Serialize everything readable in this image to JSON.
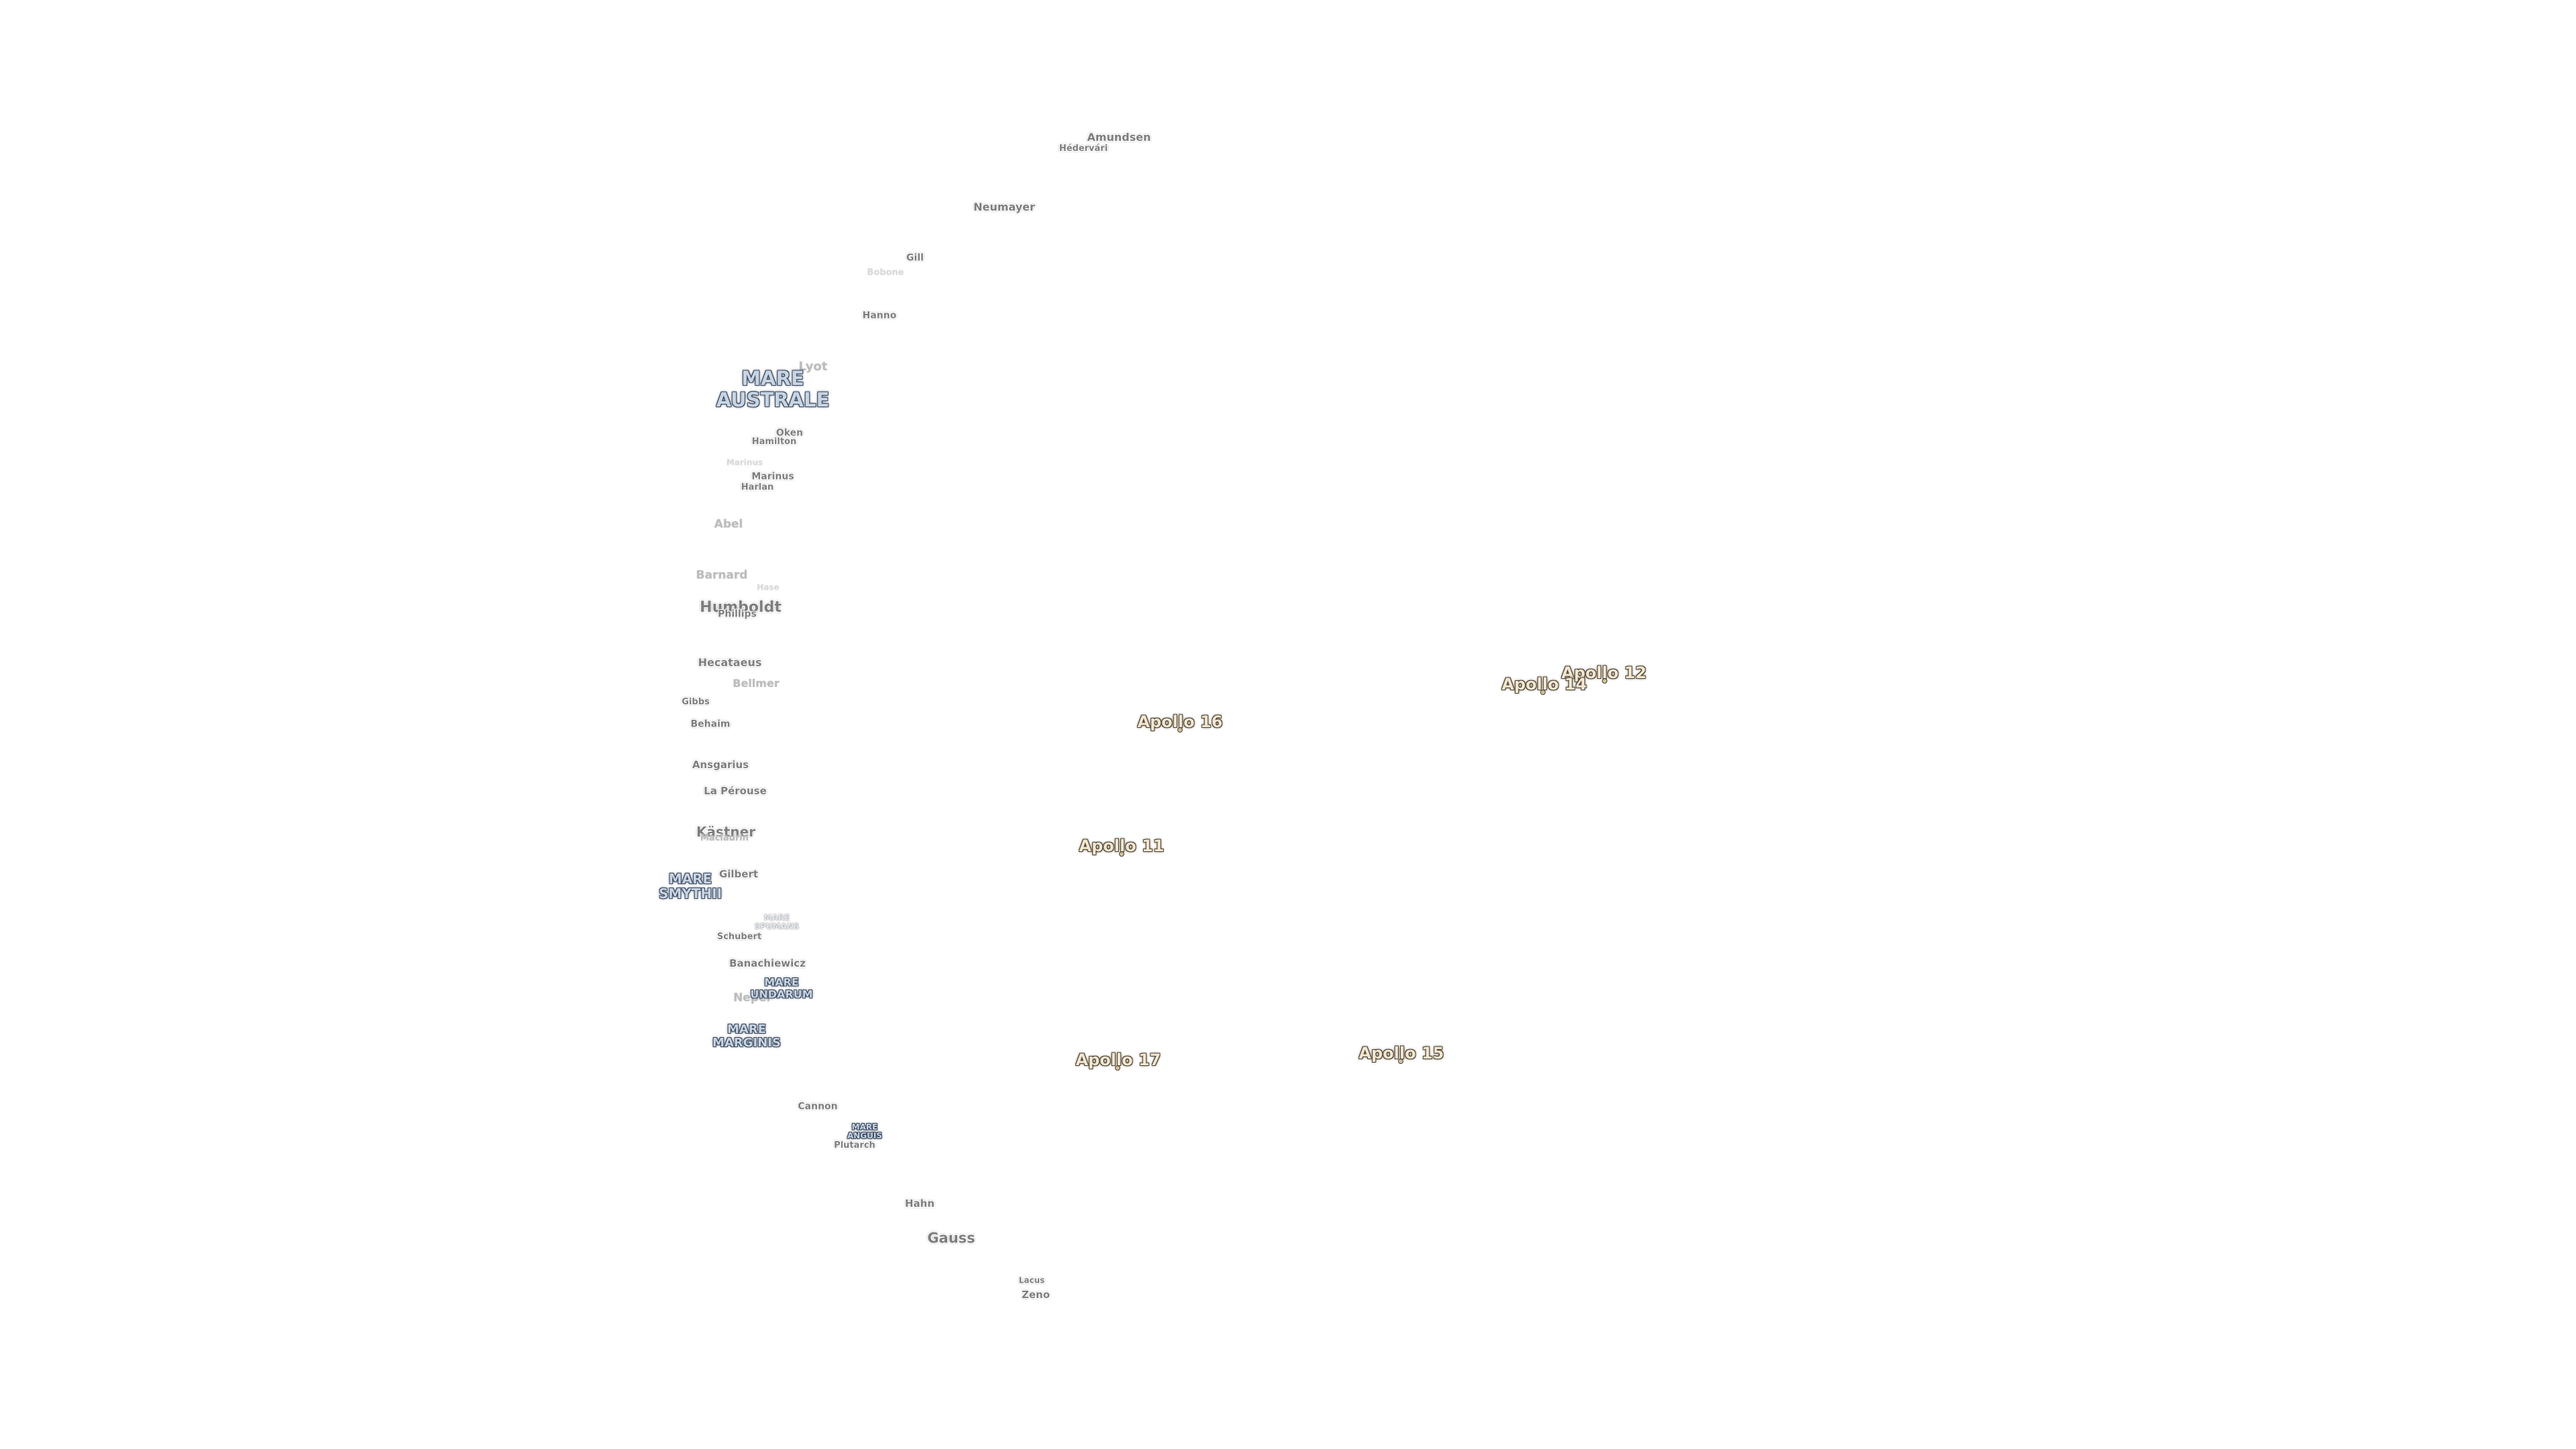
{
  "map": {
    "background": "#ffffff",
    "crater_color": "#7d7d7d",
    "mare_color": "#c7d4e4",
    "apollo_color": "#f2e6cf",
    "craters": {
      "amundsen": "Amundsen",
      "scott": "Hédervári",
      "neumayer": "Neumayer",
      "gill": "Gill",
      "boussingault_faint": "Bobone",
      "hanno": "Hanno",
      "lyot": "Lyot",
      "oken": "Oken",
      "hamilton": "Hamilton",
      "marinus": "Marinus",
      "marinus_small": "Marinus",
      "harlan": "Harlan",
      "abel": "Abel",
      "barnard": "Barnard",
      "humboldt": "Humboldt",
      "phillips": "Phillips",
      "humboldt_faint": "Hase",
      "hecataeus": "Hecataeus",
      "bellmer": "Bellmer",
      "gibbs": "Gibbs",
      "behaim": "Behaim",
      "ansgarius": "Ansgarius",
      "la_perouse": "La Pérouse",
      "kastner": "Kästner",
      "maclaurin": "Maclaurin",
      "gilbert": "Gilbert",
      "schubert": "Schubert",
      "banachiewicz": "Banachiewicz",
      "neper": "Neper",
      "cannon": "Cannon",
      "plutarch": "Plutarch",
      "hahn": "Hahn",
      "gauss": "Gauss",
      "lacus": "Lacus",
      "zeno": "Zeno"
    },
    "maria": {
      "australe": "MARE\nAUSTRALE",
      "smythii": "MARE\nSMYTHII",
      "spumans": "MARE\nSPUMANS",
      "undarum": "MARE\nUNDARUM",
      "marginis": "MARE\nMARGINIS",
      "anguis": "MARE\nANGUIS"
    },
    "apollo_sites": {
      "apollo12": "Apollo 12",
      "apollo14": "Apollo 14",
      "apollo16": "Apollo 16",
      "apollo11": "Apollo 11",
      "apollo17": "Apollo 17",
      "apollo15": "Apollo 15"
    }
  }
}
